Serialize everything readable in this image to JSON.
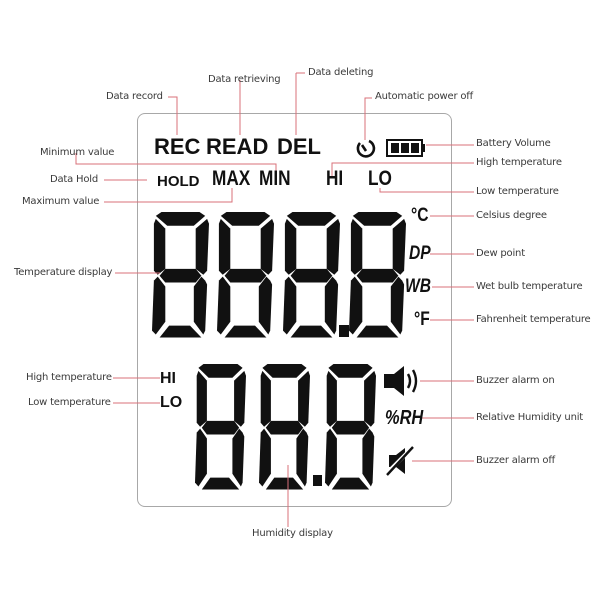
{
  "diagram": {
    "title": "LCD display indicator legend",
    "leader_color": "#d9707a",
    "segment_color": "#111111"
  },
  "lcd": {
    "top_row": {
      "rec": "REC",
      "read": "READ",
      "del": "DEL",
      "auto_off_icon": "timer-icon",
      "battery_icon": "battery-icon"
    },
    "second_row": {
      "hold": "HOLD",
      "max": "MAX",
      "min": "MIN",
      "hi": "HI",
      "lo": "LO"
    },
    "temperature": {
      "digits": "888.8",
      "units": {
        "celsius": "°C",
        "dew_point": "DP",
        "wet_bulb": "WB",
        "fahrenheit": "°F"
      }
    },
    "humidity": {
      "hi": "HI",
      "lo": "LO",
      "digits": "88.8",
      "buzzer_on_icon": "speaker-on-icon",
      "unit": "%RH",
      "buzzer_off_icon": "speaker-mute-icon"
    }
  },
  "callouts": {
    "data_record": "Data record",
    "data_retrieving": "Data retrieving",
    "data_deleting": "Data deleting",
    "auto_power_off": "Automatic power off",
    "minimum_value": "Minimum value",
    "data_hold": "Data Hold",
    "maximum_value": "Maximum value",
    "battery_volume": "Battery Volume",
    "high_temperature_top": "High temperature",
    "low_temperature_top": "Low  temperature",
    "celsius_degree": "Celsius degree",
    "dew_point": "Dew point",
    "wet_bulb": "Wet bulb temperature",
    "fahrenheit": "Fahrenheit temperature",
    "temperature_display": "Temperature display",
    "high_temperature_bottom": "High temperature",
    "low_temperature_bottom": "Low temperature",
    "buzzer_on": "Buzzer alarm on",
    "rh_unit": "Relative Humidity unit",
    "buzzer_off": "Buzzer alarm off",
    "humidity_display": "Humidity display"
  }
}
